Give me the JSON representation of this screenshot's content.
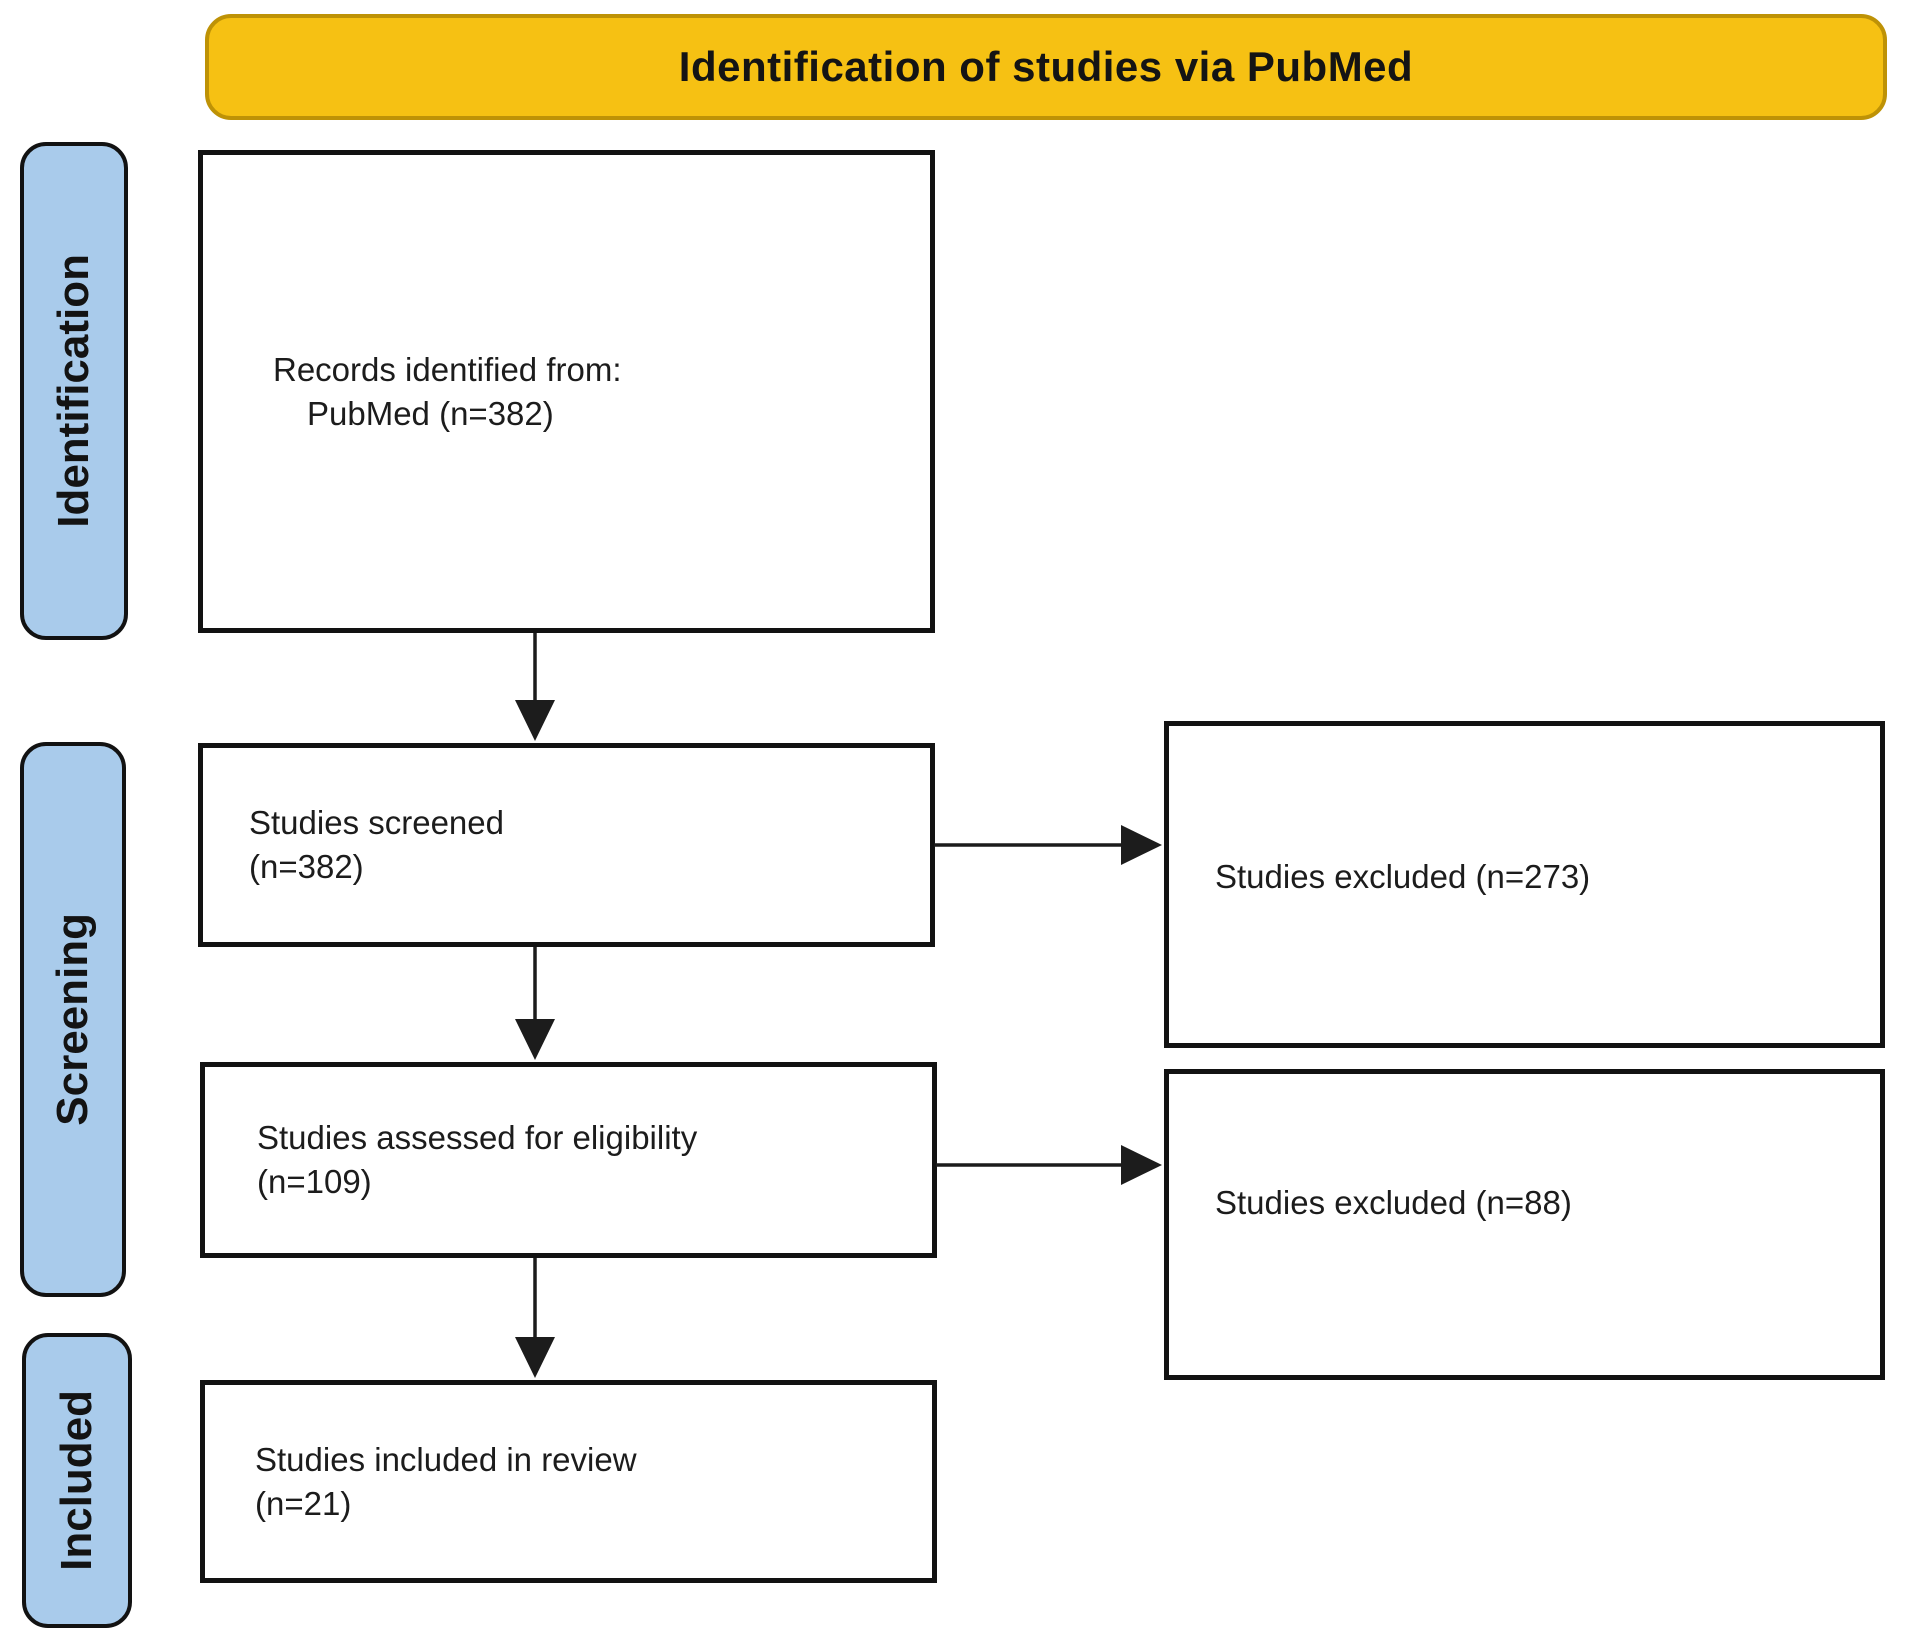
{
  "banner": {
    "title": "Identification of studies via PubMed"
  },
  "stages": [
    {
      "id": "identification",
      "label": "Identification"
    },
    {
      "id": "screening",
      "label": "Screening"
    },
    {
      "id": "included",
      "label": "Included"
    }
  ],
  "boxes": {
    "records": {
      "line1": "Records identified from:",
      "line2": "PubMed (n=382)"
    },
    "screened": {
      "line1": "Studies screened",
      "line2": "(n=382)"
    },
    "assessed": {
      "line1": "Studies assessed for eligibility",
      "line2": "(n=109)"
    },
    "included": {
      "line1": "Studies included in review",
      "line2": "(n=21)"
    },
    "excluded_after_screening": {
      "label": "Studies excluded (n=273)"
    },
    "excluded_after_eligibility": {
      "label": "Studies excluded (n=88)"
    }
  },
  "counts": {
    "records_identified": 382,
    "studies_screened": 382,
    "excluded_at_screening": 273,
    "assessed_for_eligibility": 109,
    "excluded_at_eligibility": 88,
    "included_in_review": 21
  },
  "colors": {
    "banner_fill": "#F6C113",
    "banner_border": "#BE9206",
    "stage_fill": "#A9CBEB",
    "ink": "#121212",
    "text_ink": "#1c1c1c",
    "arrow": "#1c1c1c",
    "canvas_bg": "#ffffff"
  }
}
